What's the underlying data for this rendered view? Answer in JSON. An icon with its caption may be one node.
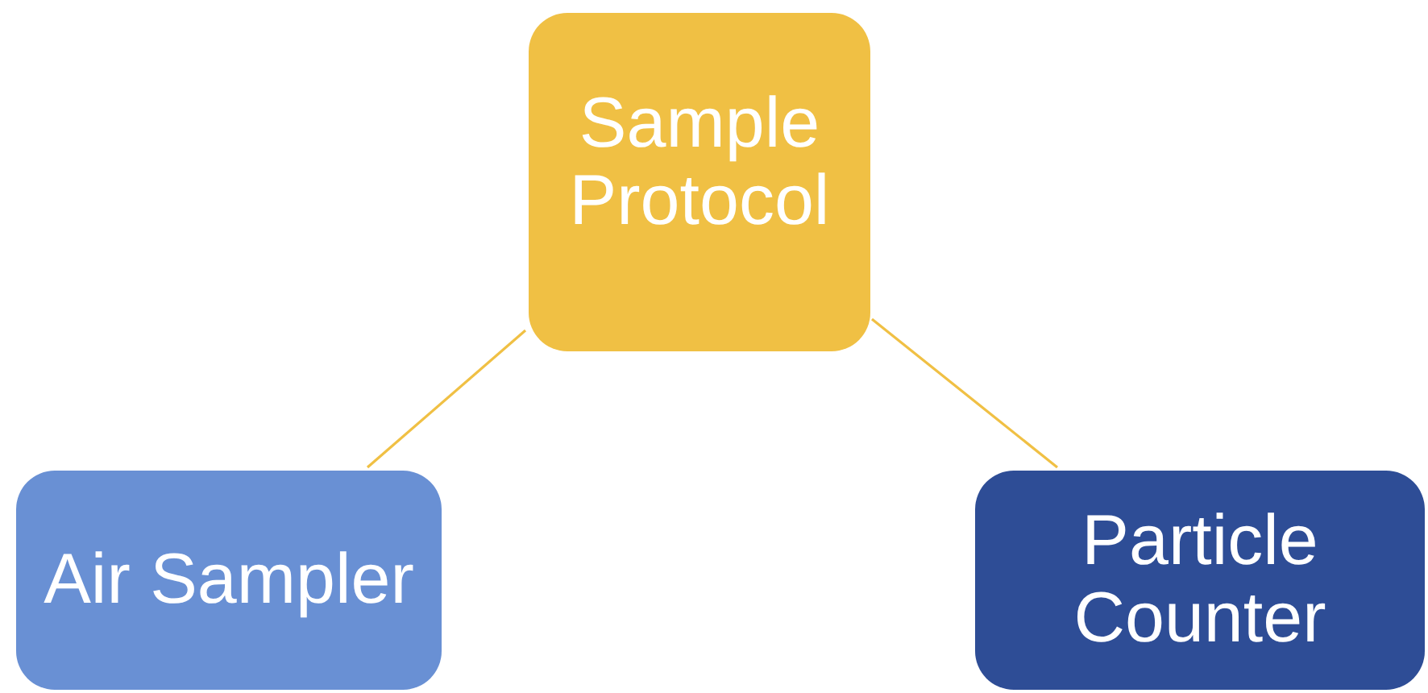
{
  "diagram": {
    "nodes": [
      {
        "text": [
          "Sample Protocol"
        ]
      },
      {
        "text": [
          "Air Sampler"
        ]
      },
      {
        "text": [
          "Particle Counter"
        ]
      }
    ],
    "edges": [
      {
        "from": 0,
        "to": 1,
        "arrow": "none"
      },
      {
        "from": 0,
        "to": 2,
        "arrow": "none"
      }
    ]
  }
}
